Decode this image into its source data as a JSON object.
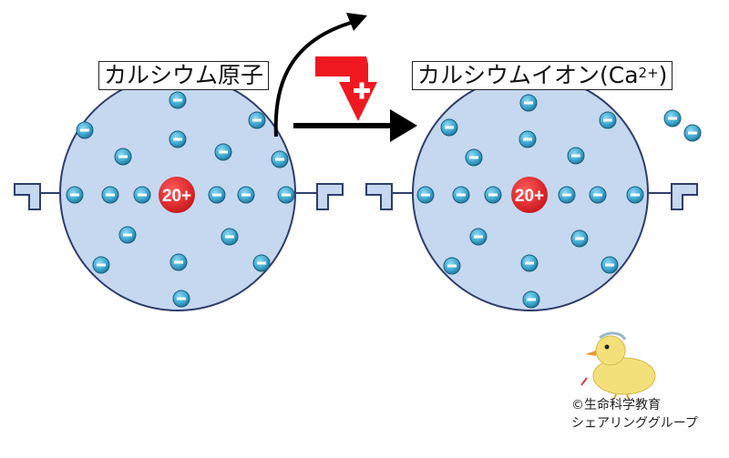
{
  "atom_label": "カルシウム原子",
  "ion_label_main": "カルシウムイオン(Ca",
  "ion_label_sup": "2+",
  "ion_label_close": ")",
  "nucleus_label": "20+",
  "electron_symbol": "−",
  "credit": {
    "line1": "©生命科学教育",
    "line2": "シェアリンググループ"
  },
  "colors": {
    "atom_fill": "#c5d8f0",
    "atom_stroke": "#2f3d6b",
    "nucleus": "#e8242a",
    "electron": "#3fa8cf",
    "arrow": "#000000",
    "plus_arrow": "#f01820"
  }
}
